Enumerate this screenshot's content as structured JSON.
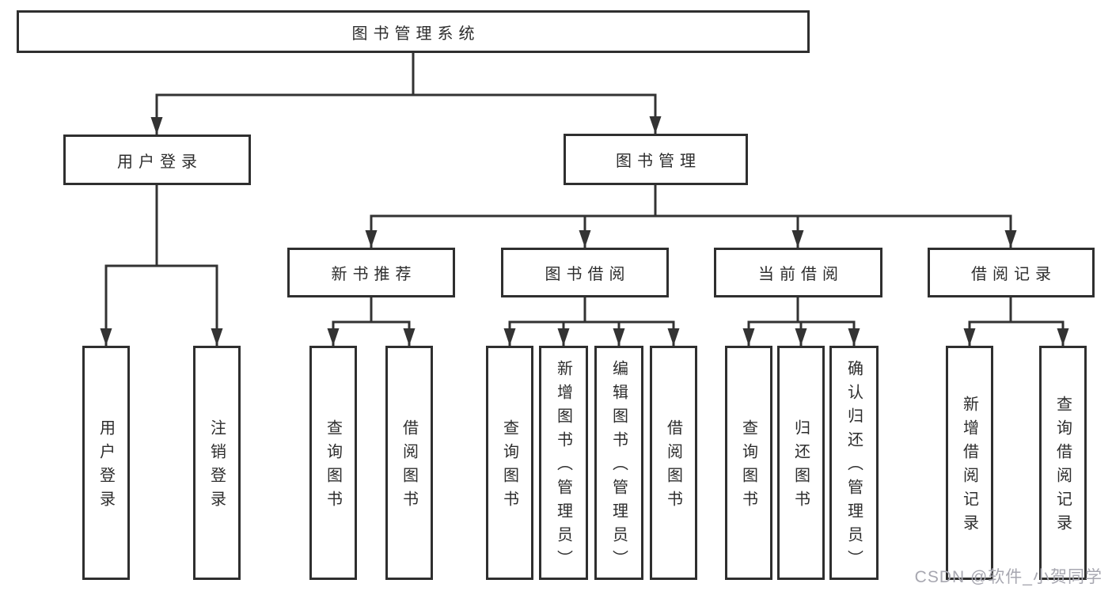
{
  "diagram": {
    "tree": {
      "root": {
        "label": "图书管理系统",
        "children": [
          {
            "label": "用户登录",
            "children": [
              {
                "label": "用户登录"
              },
              {
                "label": "注销登录"
              }
            ]
          },
          {
            "label": "图书管理",
            "children": [
              {
                "label": "新书推荐",
                "children": [
                  {
                    "label": "查询图书"
                  },
                  {
                    "label": "借阅图书"
                  }
                ]
              },
              {
                "label": "图书借阅",
                "children": [
                  {
                    "label": "查询图书"
                  },
                  {
                    "label": "新增图书（管理员）"
                  },
                  {
                    "label": "编辑图书（管理员）"
                  },
                  {
                    "label": "借阅图书"
                  }
                ]
              },
              {
                "label": "当前借阅",
                "children": [
                  {
                    "label": "查询图书"
                  },
                  {
                    "label": "归还图书"
                  },
                  {
                    "label": "确认归还（管理员）"
                  }
                ]
              },
              {
                "label": "借阅记录",
                "children": [
                  {
                    "label": "新增借阅记录"
                  },
                  {
                    "label": "查询借阅记录"
                  }
                ]
              }
            ]
          }
        ]
      }
    },
    "colors": {
      "line": "#333333",
      "box_border": "#2f2f2f",
      "text": "#2d2d2d",
      "background": "#ffffff",
      "watermark": "#a7a7b0"
    }
  },
  "watermark": {
    "text": "CSDN @软件_小贺同学"
  }
}
